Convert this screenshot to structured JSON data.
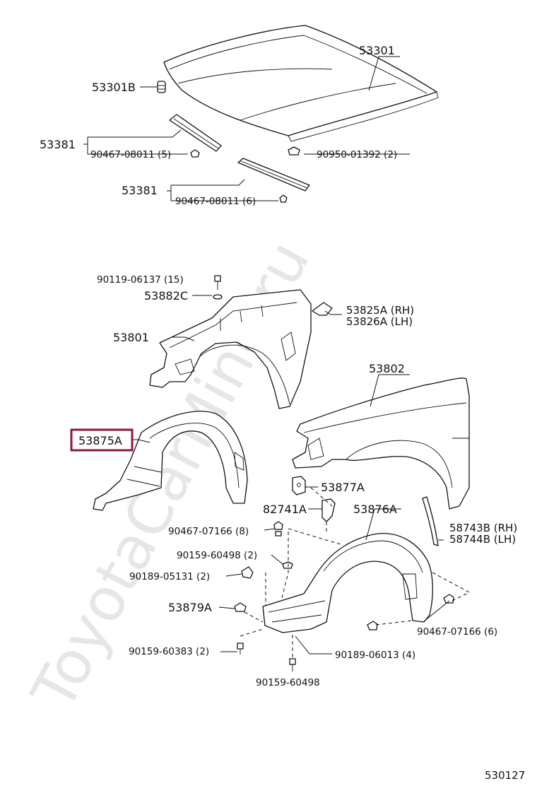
{
  "watermark": "ToyotaCarMine.ru",
  "page_code": "530127",
  "highlight_color": "#8b1a3c",
  "labels": {
    "hood": "53301",
    "hood_cushion": "53301B",
    "seal_upper": "53381",
    "seal_upper_clip": "90467-08011 (5)",
    "seal_lower": "53381",
    "seal_lower_clip": "90467-08011 (6)",
    "hood_nut": "90950-01392 (2)",
    "bolt_top": "90119-06137 (15)",
    "washer": "53882C",
    "fender_apron": "53801",
    "bracket_rh": "53825A (RH)",
    "bracket_lh": "53826A (LH)",
    "fender_right": "53802",
    "liner_left": "53875A",
    "stay": "53877A",
    "clip_82741": "82741A",
    "liner_right": "53876A",
    "clip_07166_8": "90467-07166 (8)",
    "screw_60498_2": "90159-60498 (2)",
    "screw_05131": "90189-05131 (2)",
    "molding_rh": "58743B (RH)",
    "molding_lh": "58744B (LH)",
    "clip_53879": "53879A",
    "clip_07166_6": "90467-07166 (6)",
    "screw_60383": "90159-60383 (2)",
    "screw_06013": "90189-06013 (4)",
    "screw_60498": "90159-60498"
  }
}
